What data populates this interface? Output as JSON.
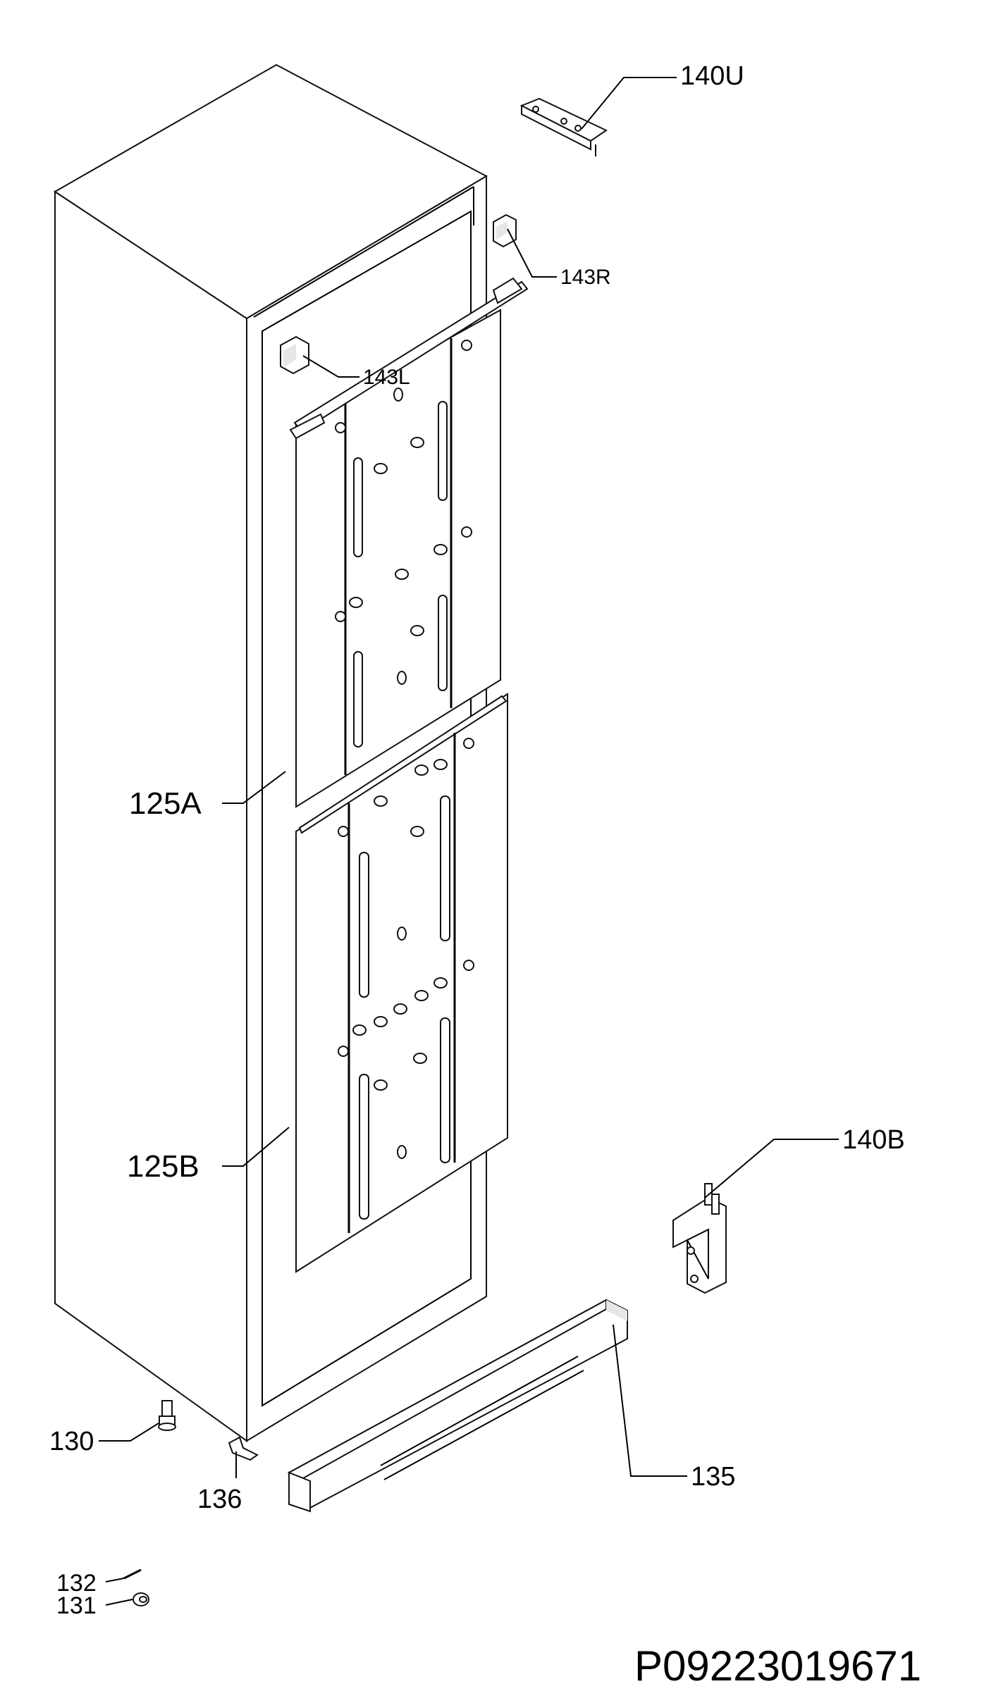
{
  "diagram": {
    "labels": {
      "p140U": "140U",
      "p143R": "143R",
      "p143L": "143L",
      "p125A": "125A",
      "p125B": "125B",
      "p140B": "140B",
      "p130": "130",
      "p136": "136",
      "p135": "135",
      "p132": "132",
      "p131": "131"
    },
    "drawing_code": "P09223019671"
  }
}
